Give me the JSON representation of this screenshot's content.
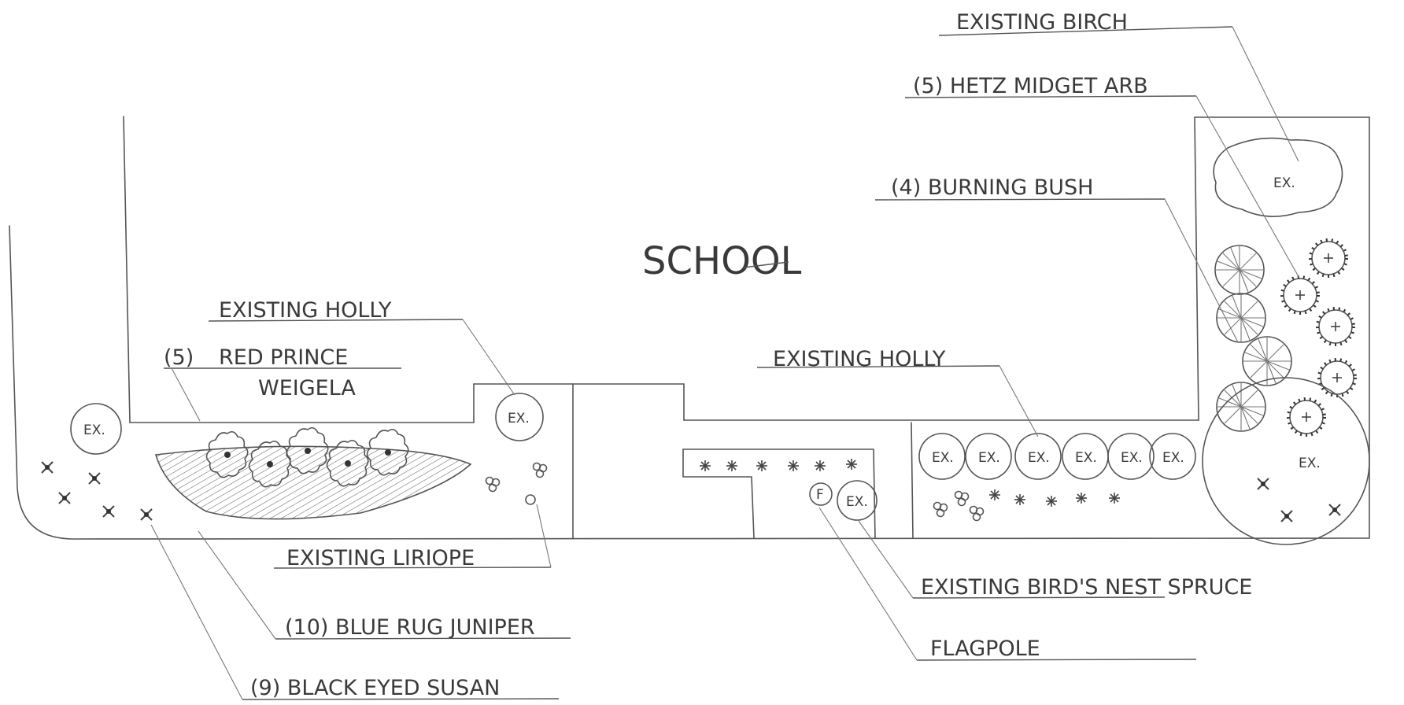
{
  "title": "SCHOOL",
  "labels": {
    "existing_birch": "EXISTING BIRCH",
    "hetz_midget": "(5) HETZ MIDGET ARB",
    "burning_bush": "(4) BURNING BUSH",
    "existing_holly_left": "EXISTING HOLLY",
    "red_prince_qty": "(5)",
    "red_prince_name": "RED PRINCE",
    "weigela": "WEIGELA",
    "existing_holly_center": "EXISTING HOLLY",
    "existing_liriope": "EXISTING LIRIOPE",
    "blue_rug": "(10) BLUE RUG JUNIPER",
    "black_eyed": "(9) BLACK EYED SUSAN",
    "birds_nest": "EXISTING BIRD'S NEST SPRUCE",
    "flagpole": "FLAGPOLE"
  },
  "symbols": {
    "existing": "EX.",
    "flagpole": "F"
  },
  "colors": {
    "ink": "#555555",
    "paper": "#ffffff"
  }
}
